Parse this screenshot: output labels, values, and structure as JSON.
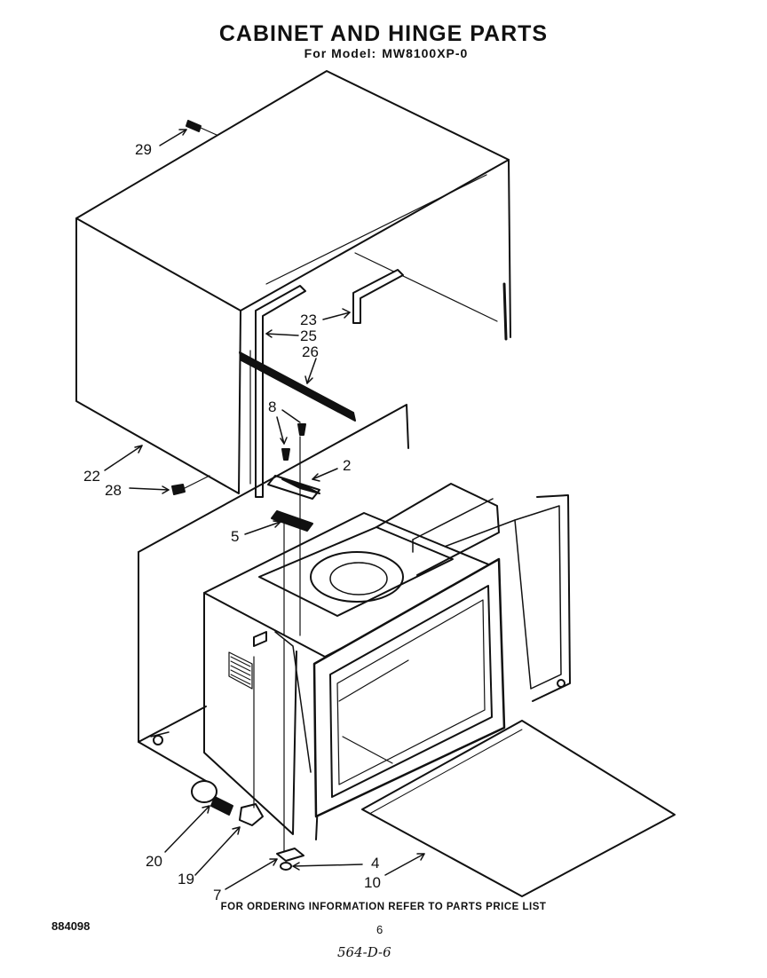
{
  "header": {
    "title": "CABINET AND HINGE PARTS",
    "model_label": "For Model:",
    "model_number": "MW8100XP-0"
  },
  "callouts": {
    "c29": "29",
    "c23": "23",
    "c25": "25",
    "c26": "26",
    "c8": "8",
    "c2": "2",
    "c22": "22",
    "c28": "28",
    "c5": "5",
    "c20": "20",
    "c19": "19",
    "c4": "4",
    "c7": "7",
    "c10": "10"
  },
  "footer": {
    "ordering_note": "FOR ORDERING INFORMATION REFER TO PARTS PRICE LIST",
    "doc_number": "884098",
    "page_number": "6",
    "handwritten_note": "564-D-6"
  }
}
